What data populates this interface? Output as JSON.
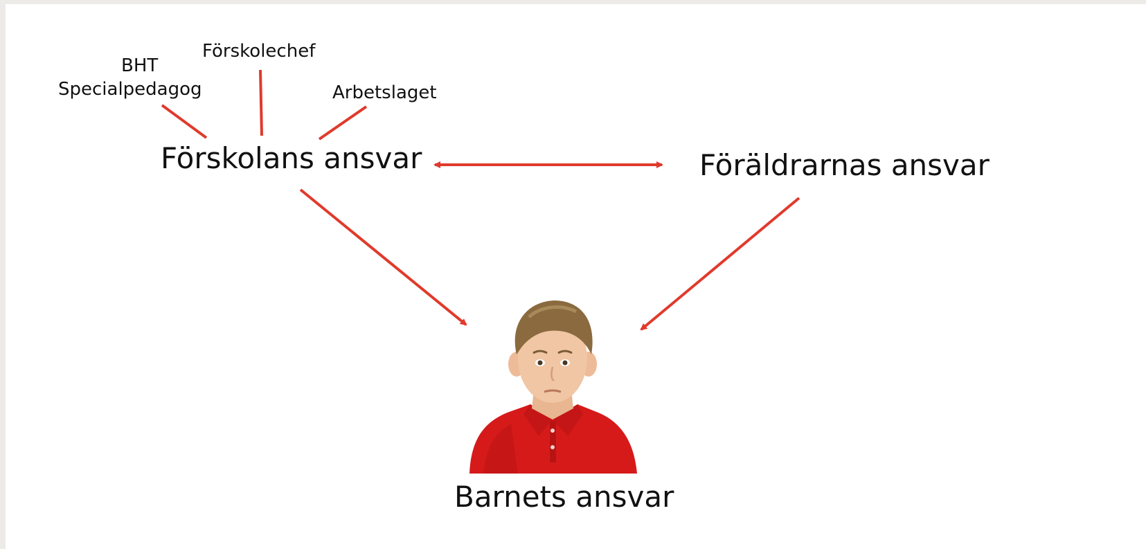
{
  "nodes": {
    "bht": "BHT",
    "specialpedagog": "Specialpedagog",
    "forskolechef": "Förskolechef",
    "arbetslaget": "Arbetslaget",
    "forskolans_ansvar": "Förskolans ansvar",
    "foraldrarnas_ansvar": "Föräldrarnas ansvar",
    "barnets_ansvar": "Barnets ansvar"
  },
  "colors": {
    "arrow": "#e03a2c",
    "shirt": "#d61a1a",
    "hair": "#8a6a3e",
    "skin": "#f0c6a4"
  },
  "image": {
    "icon": "child-photo",
    "subject": "boy in red polo shirt"
  }
}
